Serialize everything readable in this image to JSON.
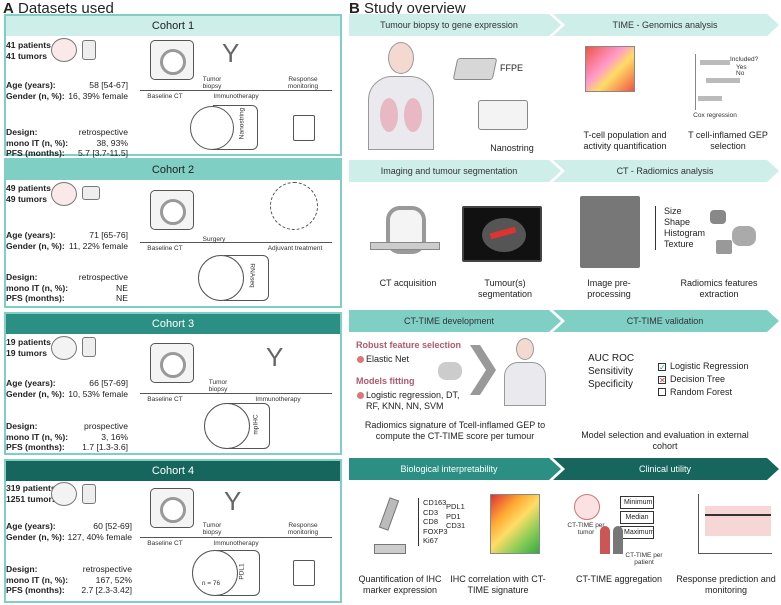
{
  "panels": {
    "a_letter": "A",
    "a_title": "Datasets used",
    "b_letter": "B",
    "b_title": "Study overview"
  },
  "cohorts": [
    {
      "title": "Cohort 1",
      "patients": "41 patients",
      "tumors": "41 tumors",
      "age_label": "Age (years):",
      "age": "58 [54-67]",
      "gender_label": "Gender (n, %):",
      "gender": "16, 39% female",
      "design_label": "Design:",
      "design": "retrospective",
      "monoit_label": "mono IT (n, %):",
      "monoit": "38, 93%",
      "pfs_label": "PFS (months):",
      "pfs": "5.7 [3.7-11.5]",
      "steps": [
        "Baseline CT",
        "Tumor biopsy",
        "Immunotherapy",
        "Response monitoring"
      ],
      "tech": "Nanostring"
    },
    {
      "title": "Cohort 2",
      "patients": "49 patients",
      "tumors": "49 tumors",
      "age_label": "Age (years):",
      "age": "71 [65-76]",
      "gender_label": "Gender (n, %):",
      "gender": "11, 22% female",
      "design_label": "Design:",
      "design": "retrospective",
      "monoit_label": "mono IT (n, %):",
      "monoit": "NE",
      "pfs_label": "PFS (months):",
      "pfs": "NE",
      "steps": [
        "Baseline CT",
        "Surgery",
        "Adjuvant treatment"
      ],
      "tech": "RNAseq"
    },
    {
      "title": "Cohort 3",
      "patients": "19 patients",
      "tumors": "19 tumors",
      "age_label": "Age (years):",
      "age": "66 [57-69]",
      "gender_label": "Gender (n, %):",
      "gender": "10, 53% female",
      "design_label": "Design:",
      "design": "prospective",
      "monoit_label": "mono IT (n, %):",
      "monoit": "3, 16%",
      "pfs_label": "PFS (months):",
      "pfs": "1.7 [1.3-3.6]",
      "steps": [
        "Baseline CT",
        "Tumor biopsy",
        "Immunotherapy"
      ],
      "tech": "mpIHC"
    },
    {
      "title": "Cohort 4",
      "patients": "319 patients",
      "tumors": "1251 tumors",
      "age_label": "Age (years):",
      "age": "60 [52-69]",
      "gender_label": "Gender (n, %):",
      "gender": "127, 40% female",
      "design_label": "Design:",
      "design": "retrospective",
      "monoit_label": "mono IT (n, %):",
      "monoit": "167, 52%",
      "pfs_label": "PFS (months):",
      "pfs": "2.7 [2.3-3.42]",
      "steps": [
        "Baseline CT",
        "Tumor biopsy",
        "Immunotherapy",
        "Response monitoring"
      ],
      "tech": "PDL1",
      "n_note": "n = 76"
    }
  ],
  "study": {
    "p1_head": "Tumour biopsy to gene expression",
    "p1_ffpe": "FFPE",
    "p1_nanostring": "Nanostring",
    "p2_head": "TIME - Genomics analysis",
    "p2_t1": "T-cell population and activity quantification",
    "p2_t2": "T cell-inflamed GEP selection",
    "p2_inclu": "Included?",
    "p2_yes": "Yes",
    "p2_no": "No",
    "p2_cox": "Cox regression",
    "p3_head": "Imaging and tumour segmentation",
    "p3_t1": "CT acquisition",
    "p3_t2": "Tumour(s) segmentation",
    "p4_head": "CT - Radiomics analysis",
    "p4_t1": "Image pre-processing",
    "p4_t2": "Radiomics features extraction",
    "p4_features": [
      "Size",
      "Shape",
      "Histogram",
      "Texture"
    ],
    "p5_head": "CT-TIME development",
    "p5_rfs": "Robust feature selection",
    "p5_enet": "Elastic Net",
    "p5_mf": "Models fitting",
    "p5_models": "Logistic regression, DT, RF, KNN, NN, SVM",
    "p5_bottom": "Radiomics signature of Tcell-inflamed GEP to compute the  CT-TIME score per tumour",
    "p6_head": "CT-TIME validation",
    "p6_metrics": [
      "AUC ROC",
      "Sensitivity",
      "Specificity"
    ],
    "p6_models": [
      "Logistic Regression",
      "Decision Tree",
      "Random Forest"
    ],
    "p6_bottom": "Model selection and evaluation in external cohort",
    "p7_head": "Biological interpretability",
    "p7_markers_a": [
      "CD163",
      "CD3",
      "CD8",
      "FOXP3",
      "Ki67"
    ],
    "p7_markers_b": [
      "PDL1",
      "PD1",
      "CD31"
    ],
    "p7_t1": "Quantification of IHC marker expression",
    "p7_t2": "IHC correlation with CT-TIME signature",
    "p8_head": "Clinical utility",
    "p8_tumor": "CT-TIME per tumor",
    "p8_patient": "CT-TIME per patient",
    "p8_agg": [
      "Minimum",
      "Median",
      "Maximum"
    ],
    "p8_t1": "CT-TIME aggregation",
    "p8_t2": "Response prediction and monitoring"
  },
  "colors": {
    "light": "#cdeee9",
    "mid": "#7fcfc4",
    "dark": "#2b8f83",
    "darker": "#17665d"
  }
}
